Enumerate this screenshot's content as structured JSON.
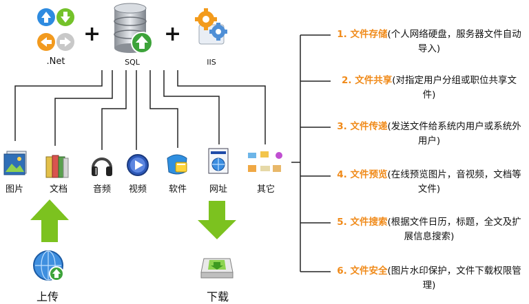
{
  "top": {
    "net_label": ".Net",
    "sql_label": "SQL",
    "iis_label": "IIS",
    "plus_symbol": "+"
  },
  "categories": [
    {
      "label": "图片",
      "icon": "picture-icon"
    },
    {
      "label": "文档",
      "icon": "books-icon"
    },
    {
      "label": "音频",
      "icon": "headphones-icon"
    },
    {
      "label": "视频",
      "icon": "media-player-icon"
    },
    {
      "label": "软件",
      "icon": "software-icon"
    },
    {
      "label": "网址",
      "icon": "globe-document-icon"
    },
    {
      "label": "其它",
      "icon": "misc-files-icon"
    }
  ],
  "actions": {
    "upload_label": "上传",
    "download_label": "下载"
  },
  "features": [
    {
      "title": "1. 文件存储",
      "desc": "(个人网络硬盘，服务器文件自动导入)"
    },
    {
      "title": "2. 文件共享",
      "desc": "(对指定用户分组或职位共享文件)"
    },
    {
      "title": "3. 文件传递",
      "desc": "(发送文件给系统内用户或系统外用户)"
    },
    {
      "title": "4. 文件预览",
      "desc": "(在线预览图片，音视频，文档等文件)"
    },
    {
      "title": "5. 文件搜索",
      "desc": "(根据文件日历，标题，全文及扩展信息搜索)"
    },
    {
      "title": "6. 文件安全",
      "desc": "(图片水印保护，文件下载权限管理)"
    }
  ],
  "colors": {
    "feature_title": "#f08a19",
    "arrow_green": "#7cc21f",
    "line": "#222222"
  }
}
